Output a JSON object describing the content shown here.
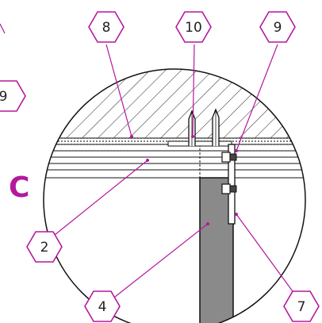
{
  "section_letter": "C",
  "callouts": {
    "c8": "8",
    "c10": "10",
    "c9_right": "9",
    "c9_left": "9",
    "c2": "2",
    "c4": "4",
    "c7": "7"
  },
  "colors": {
    "accent": "#b5179e",
    "line": "#111111",
    "column_fill": "#8a8a8a",
    "floor_fill": "#ffffff"
  }
}
